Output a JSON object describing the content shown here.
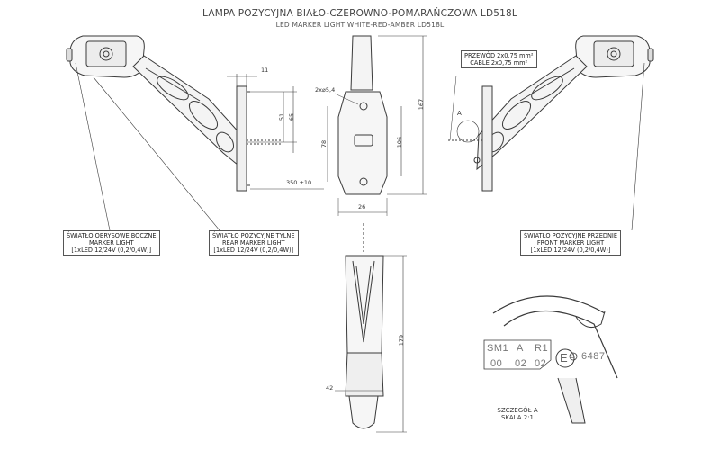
{
  "title": {
    "line1": "LAMPA POZYCYJNA BIAŁO-CZEROWNO-POMARAŃCZOWA LD518L",
    "line2": "LED MARKER LIGHT WHITE-RED-AMBER LD518L"
  },
  "callouts": {
    "side": {
      "pl": "ŚWIATŁO OBRYSOWE BOCZNE",
      "en": "MARKER LIGHT",
      "spec": "[1xLED 12/24V (0,2/0,4W)]"
    },
    "rear": {
      "pl": "ŚWIATŁO POZYCYJNE TYLNE",
      "en": "REAR MARKER LIGHT",
      "spec": "[1xLED 12/24V (0,2/0,4W)]"
    },
    "front": {
      "pl": "ŚWIATŁO POZYCYJNE PRZEDNIE",
      "en": "FRONT MARKER LIGHT",
      "spec": "[1xLED 12/24V (0,2/0,4W)]"
    },
    "cable": {
      "pl": "PRZEWÓD 2x0,75 mm²",
      "en": "CABLE 2x0,75 mm²"
    }
  },
  "dimensions": {
    "d11": "11",
    "d51": "51",
    "d65": "65",
    "cable_len": "350 ±10",
    "hole": "2x⌀5,4",
    "d78": "78",
    "d106": "106",
    "d167": "167",
    "d26": "26",
    "d179": "179",
    "d42": "42"
  },
  "detail": {
    "marker": "A",
    "caption_pl": "SZCZEGÓŁ A",
    "caption_scale": "SKALA 2:1",
    "row1": [
      "SM1",
      "A",
      "R1"
    ],
    "row2": [
      "00",
      "02",
      "02"
    ],
    "e_mark": "E",
    "e_num": "9",
    "approval": "6487"
  },
  "colors": {
    "line": "#3a3a3a",
    "fill": "#f4f4f4",
    "frame": "#555555"
  }
}
